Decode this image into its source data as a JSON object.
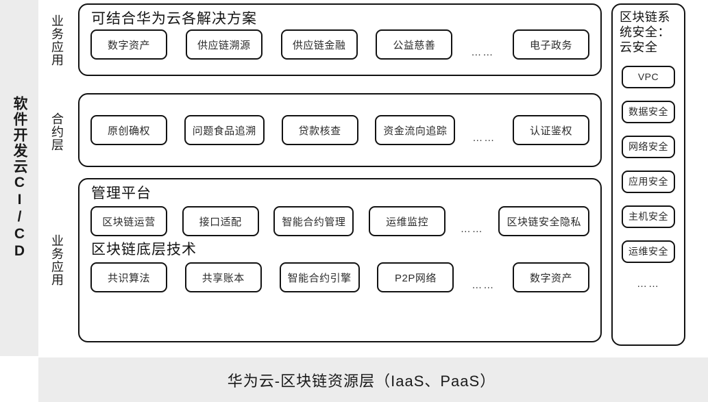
{
  "left_band": {
    "label": "软件开发云CI/CD"
  },
  "layer_labels": [
    {
      "label": "业务应用"
    },
    {
      "label": "合约层"
    },
    {
      "label": "业务应用"
    }
  ],
  "panels": [
    {
      "title": "可结合华为云各解决方案",
      "rows": [
        {
          "items": [
            "数字资产",
            "供应链溯源",
            "供应链金融",
            "公益慈善"
          ],
          "ellipsis": "……",
          "tail": "电子政务"
        }
      ]
    },
    {
      "title": "",
      "rows": [
        {
          "items": [
            "原创确权",
            "问题食品追溯",
            "贷款核查",
            "资金流向追踪"
          ],
          "ellipsis": "……",
          "tail": "认证鉴权"
        }
      ]
    },
    {
      "title": "管理平台",
      "subtitle": "区块链底层技术",
      "rows": [
        {
          "items": [
            "区块链运营",
            "接口适配",
            "智能合约管理",
            "运维监控"
          ],
          "ellipsis": "……",
          "tail": "区块链安全隐私"
        },
        {
          "items": [
            "共识算法",
            "共享账本",
            "智能合约引擎",
            "P2P网络"
          ],
          "ellipsis": "……",
          "tail": "数字资产"
        }
      ]
    }
  ],
  "security_column": {
    "title": "区块链系\n统安全：\n云安全",
    "items": [
      "VPC",
      "数据安全",
      "网络安全",
      "应用安全",
      "主机安全",
      "运维安全"
    ],
    "ellipsis": "……"
  },
  "bottom_bar": {
    "label": "华为云-区块链资源层（IaaS、PaaS）"
  },
  "colors": {
    "band_bg": "#ececec",
    "border": "#111111",
    "text": "#1a1a1a",
    "panel_bg": "#ffffff"
  }
}
